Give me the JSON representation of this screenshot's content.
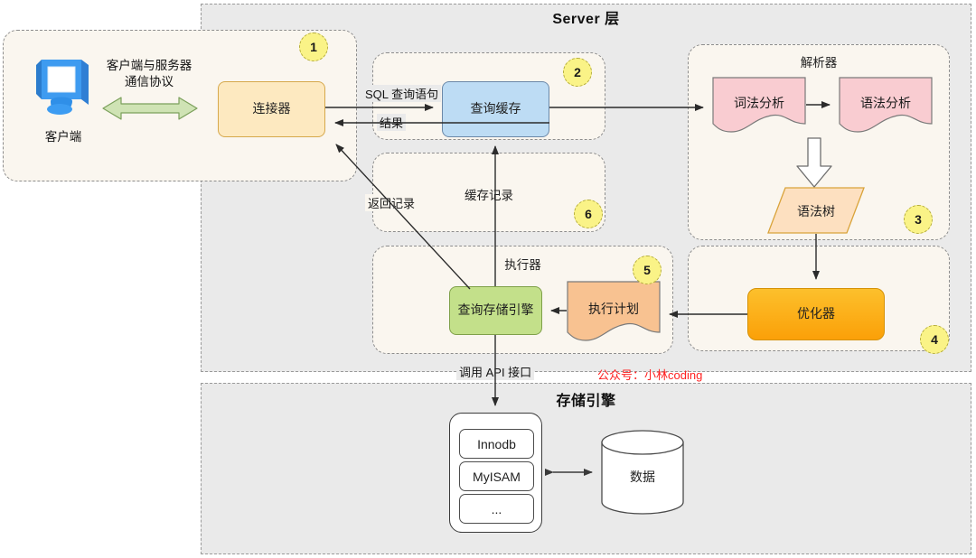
{
  "layers": {
    "server": {
      "title": "Server 层"
    },
    "storage": {
      "title": "存储引擎"
    }
  },
  "client_area": {
    "device_label": "客户端",
    "protocol_label_line1": "客户端与服务器",
    "protocol_label_line2": "通信协议",
    "connector_label": "连接器",
    "badge": "1"
  },
  "query_cache_group": {
    "node_label": "查询缓存",
    "badge": "2",
    "in_label": "SQL 查询语句",
    "out_label": "结果"
  },
  "parser_group": {
    "title": "解析器",
    "lexical_label": "词法分析",
    "syntax_label": "语法分析",
    "tree_label": "语法树",
    "badge": "3"
  },
  "optimizer_group": {
    "node_label": "优化器",
    "badge": "4"
  },
  "executor_group": {
    "title": "执行器",
    "engine_label": "查询存储引擎",
    "plan_label": "执行计划",
    "badge": "5"
  },
  "cache_record_group": {
    "title": "缓存记录",
    "badge": "6",
    "return_label": "返回记录"
  },
  "api_label": "调用 API 接口",
  "storage_engines": {
    "items": [
      "Innodb",
      "MyISAM",
      "..."
    ],
    "data_label": "数据"
  },
  "watermark": "公众号：小林coding",
  "colors": {
    "badge_fill": "#faf387",
    "group_fill": "#faf6ef",
    "layer_fill": "#eaeaea",
    "connector": "#fde9c0",
    "cache": "#bddcf4",
    "engine": "#c3e08a",
    "optimizer": "#fcaa12",
    "doc_pink": "#f9ccd1",
    "doc_orange": "#f8c291",
    "tree": "#fde0c0",
    "arrow_green": "#cfe3b4",
    "watermark": "#ff2020"
  }
}
